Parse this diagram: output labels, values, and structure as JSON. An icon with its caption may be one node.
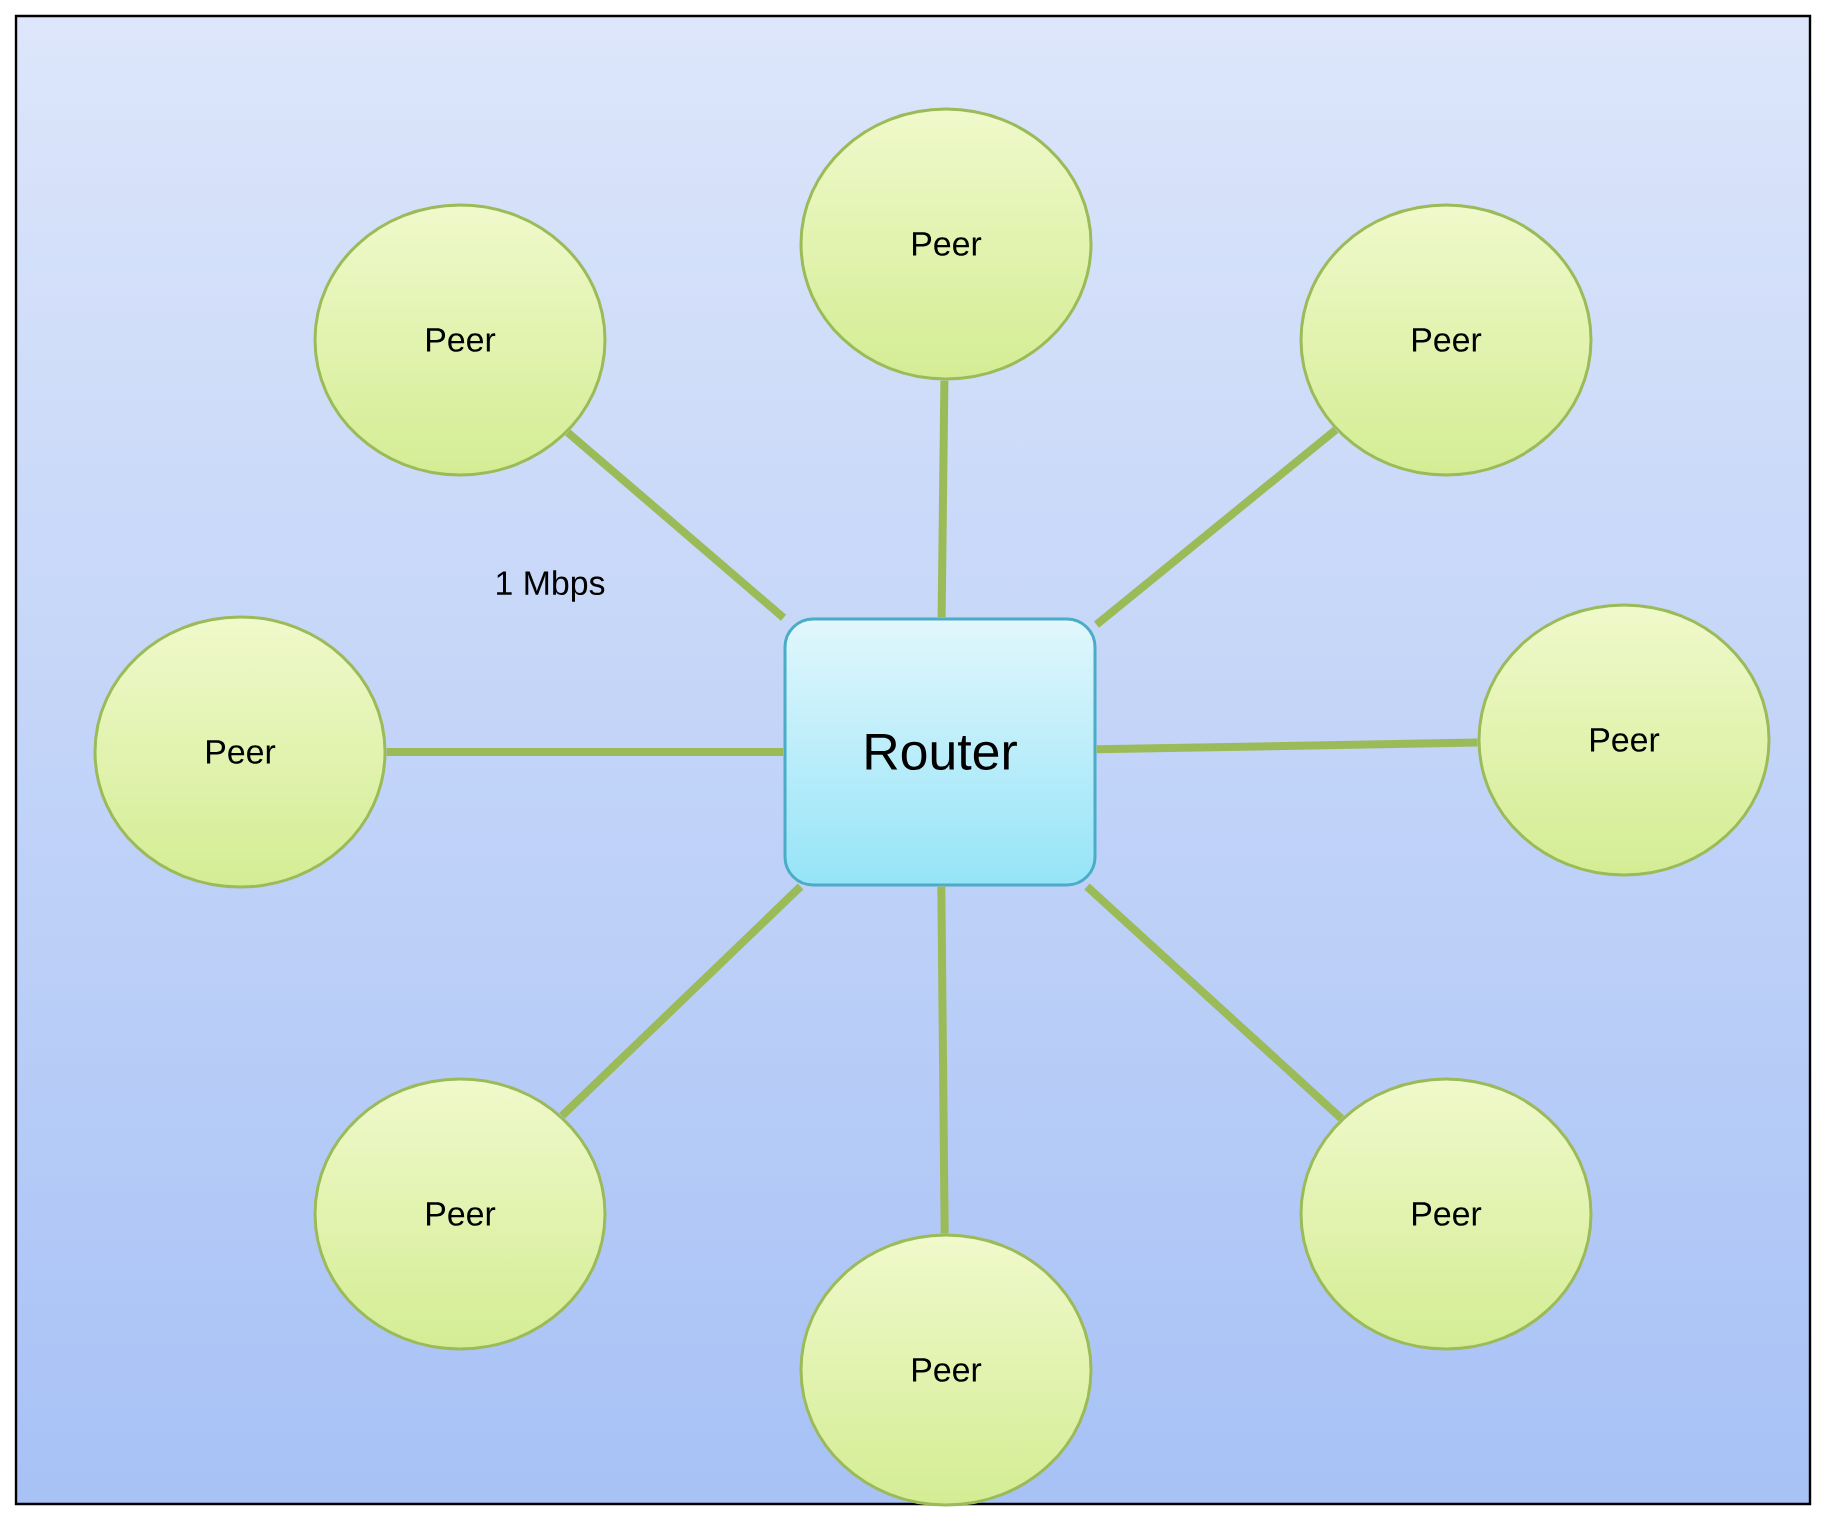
{
  "diagram": {
    "nodes": [
      {
        "text": [
          "Peer"
        ]
      },
      {
        "text": [
          "Peer"
        ]
      },
      {
        "text": [
          "Peer"
        ]
      },
      {
        "text": [
          "Peer"
        ]
      },
      {
        "text": [
          "Router"
        ]
      },
      {
        "text": [
          "Peer"
        ]
      },
      {
        "text": [
          "Peer"
        ]
      },
      {
        "text": [
          "Peer"
        ]
      },
      {
        "text": [
          "Peer"
        ]
      }
    ],
    "edges": [
      {
        "from": 1,
        "to": 4,
        "arrow": "none",
        "label": "1 Mbps"
      },
      {
        "from": 0,
        "to": 4,
        "arrow": "none"
      },
      {
        "from": 2,
        "to": 4,
        "arrow": "none"
      },
      {
        "from": 3,
        "to": 4,
        "arrow": "none"
      },
      {
        "from": 5,
        "to": 4,
        "arrow": "none"
      },
      {
        "from": 6,
        "to": 4,
        "arrow": "none"
      },
      {
        "from": 8,
        "to": 4,
        "arrow": "none"
      },
      {
        "from": 7,
        "to": 4,
        "arrow": "none"
      }
    ]
  }
}
